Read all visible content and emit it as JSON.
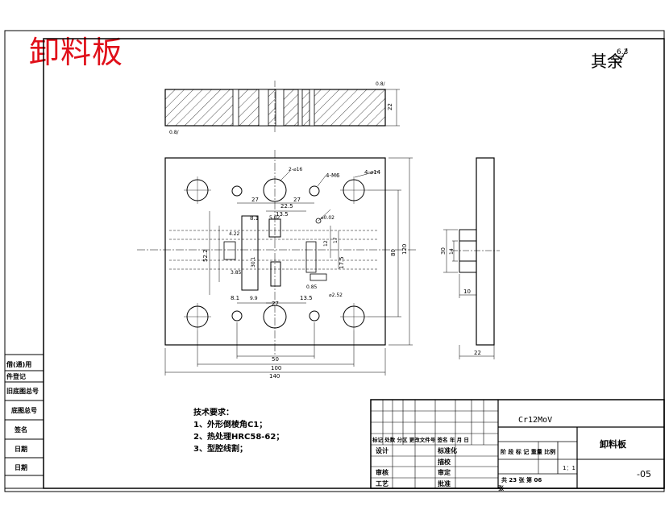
{
  "drawing_title": "卸料板",
  "roughness": "其余",
  "roughness_value": "6.3",
  "top_view": {
    "ra_right": "0.8/",
    "ra_left": "0.8/",
    "thickness": "22"
  },
  "dimensions": {
    "overall_width": "140",
    "width_100": "100",
    "width_50": "50",
    "height_120": "120",
    "height_80": "80",
    "hole_4_d14": "4-⌀14",
    "hole_4_m6": "4-M6",
    "hole_2_d16": "2-⌀16",
    "d27_left": "27",
    "d27_right": "27",
    "d22_5": "22.5",
    "d13_5_top": "13.5",
    "d13_5_bot": "13.5",
    "d27_bot": "27",
    "d8_1": "8.1",
    "d8_1_bot": "8.1",
    "d9_9": "9.9",
    "d5_02": "5.02",
    "d0_02": "⌀0.02",
    "d4_22": "4.22",
    "d52_2": "52.2",
    "d30_1": "30.1",
    "d17_5": "17.5",
    "d17": "17",
    "d12": "12",
    "d2_52": "⌀2.52",
    "d0_85": "0.85",
    "d3_85": "3.85",
    "side_30": "30",
    "side_14": "14",
    "side_10": "10",
    "side_22": "22"
  },
  "tech_requirements": {
    "heading": "技术要求：",
    "items": [
      "1、外形倒棱角C1；",
      "2、热处理HRC58-62；",
      "3、型腔线割；"
    ]
  },
  "left_strip": {
    "labels": [
      "借(通)用",
      "件登记",
      "旧底图总号",
      "底图总号",
      "签名",
      "日期",
      "日期"
    ]
  },
  "title_block": {
    "material": "Cr12MoV",
    "part_name": "卸料板",
    "drawing_no": "-05",
    "scale": "1：1",
    "sheet_info": "共 23  张    第 06",
    "sheet_suffix": "张",
    "rev_headers": "标记 处数  分区  更改文件号 签名 年  月  日",
    "stage_headers": "阶 段 标 记   重量  比例",
    "rows": [
      {
        "left": "设计",
        "mid": "标准化"
      },
      {
        "left": "",
        "mid": "描校"
      },
      {
        "left": "审核",
        "mid": "审定"
      },
      {
        "left": "工艺",
        "mid": "批准"
      }
    ]
  }
}
